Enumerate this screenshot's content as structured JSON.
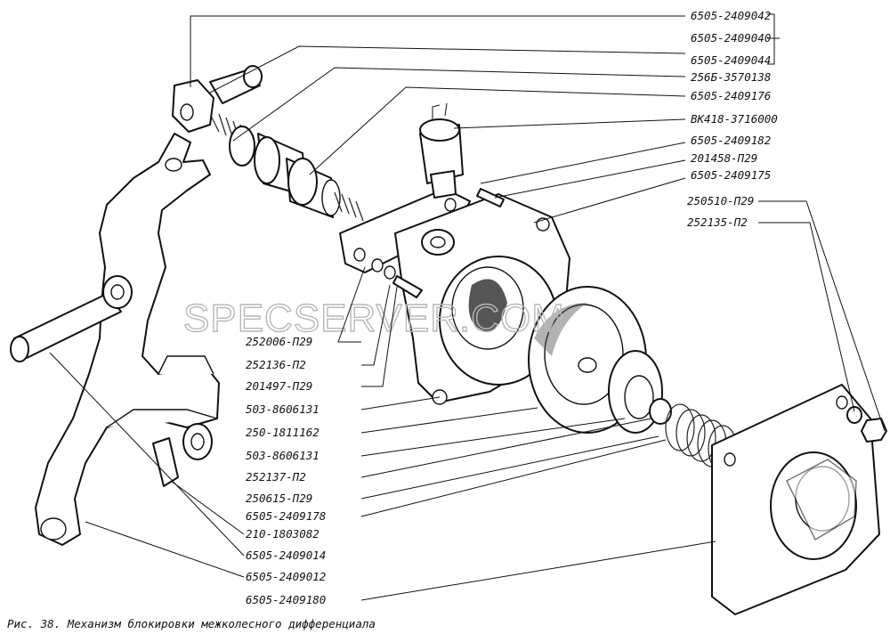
{
  "watermark": "SPECSERVER.COM",
  "caption": "Рис. 38. Механизм блокировки межколесного дифференциала",
  "part_labels": [
    "6505-2409042",
    "6505-2409040",
    "6505-2409044",
    "256Б-3570138",
    "6505-2409176",
    "ВК418-3716000",
    "6505-2409182",
    "201458-П29",
    "6505-2409175",
    "250510-П29",
    "252135-П2",
    "252006-П29",
    "252136-П2",
    "201497-П29",
    "503-8606131",
    "250-1811162",
    "503-8606131",
    "252137-П2",
    "250615-П29",
    "6505-2409178",
    "210-1803082",
    "6505-2409014",
    "6505-2409012",
    "6505-2409180"
  ]
}
